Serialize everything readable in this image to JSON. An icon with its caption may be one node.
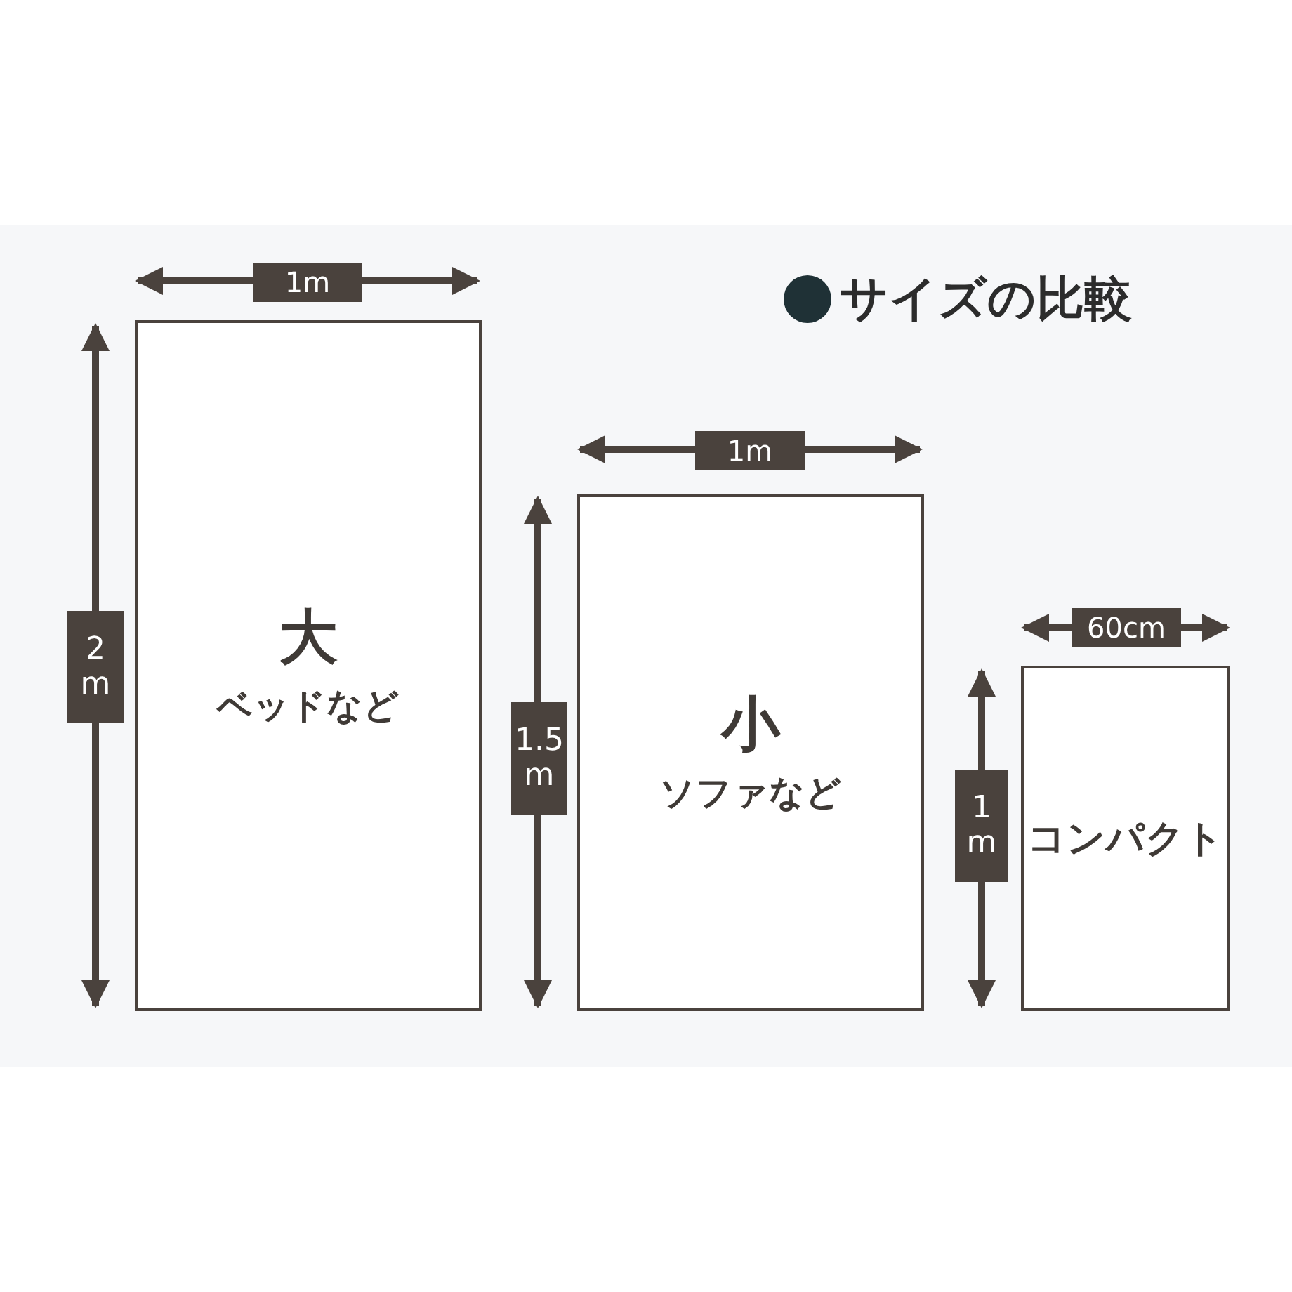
{
  "diagram": {
    "title": "サイズの比較",
    "nodes": [
      {
        "text": [
          "大",
          "ベッドなど"
        ]
      },
      {
        "text": [
          "小",
          "ソファなど"
        ]
      },
      {
        "text": [
          "コンパクト"
        ]
      }
    ],
    "edges": [],
    "labels": [
      "1m",
      "2 m",
      "1m",
      "1.5 m",
      "60cm",
      "1 m"
    ]
  }
}
